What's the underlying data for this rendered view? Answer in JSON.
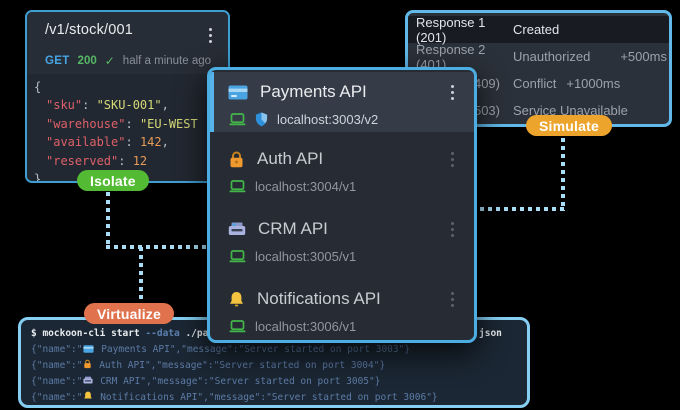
{
  "colors": {
    "accent_blue": "#4cade2",
    "border_light_blue": "#86cff3",
    "badge_green": "#53ba33",
    "badge_amber": "#eca42c",
    "badge_coral": "#e0734e",
    "method_get": "#46a5e5",
    "status_200": "#55b863",
    "json_key": "#dd6069",
    "json_string": "#d5d977",
    "json_number": "#e89a57",
    "terminal_log": "#5d7ba6"
  },
  "stock_panel": {
    "route": "/v1/stock/001",
    "method": "GET",
    "status_code": "200",
    "check": "✓",
    "time_ago": "half a minute ago",
    "code": {
      "open": "{",
      "close": "}",
      "lines": [
        {
          "key": "\"sku\"",
          "colon": ": ",
          "value": "\"SKU-001\"",
          "comma": ","
        },
        {
          "key": "\"warehouse\"",
          "colon": ": ",
          "value": "\"EU-WEST",
          "comma": ""
        },
        {
          "key": "\"available\"",
          "colon": ": ",
          "value": "142",
          "comma": ","
        },
        {
          "key": "\"reserved\"",
          "colon": ": ",
          "value": "12",
          "comma": ""
        }
      ]
    }
  },
  "responses_panel": {
    "rows": [
      {
        "label": "Response 1 (201)",
        "status": "Created",
        "delay": ""
      },
      {
        "label": "Response 2 (401)",
        "status": "Unauthorized",
        "delay": "+500ms"
      },
      {
        "label": "(409)",
        "status": "Conflict",
        "delay": "+1000ms"
      },
      {
        "label": "(503)",
        "status": "Service Unavailable",
        "delay": ""
      }
    ]
  },
  "api_panel": {
    "items": [
      {
        "name": "Payments API",
        "host": "localhost:3003/v2"
      },
      {
        "name": "Auth API",
        "host": "localhost:3004/v1"
      },
      {
        "name": "CRM API",
        "host": "localhost:3005/v1"
      },
      {
        "name": "Notifications API",
        "host": "localhost:3006/v1"
      }
    ]
  },
  "terminal": {
    "prompt": "$ ",
    "command": "mockoon-cli start ",
    "flag": "--data",
    "arg": " ./paym",
    "tail": "json",
    "logs": [
      {
        "pre": "{\"name\":\"",
        "post": " Payments API\",\"message\":\"Server started on port 3003\"}"
      },
      {
        "pre": "{\"name\":\"",
        "post": " Auth API\",\"message\":\"Server started on port 3004\"}"
      },
      {
        "pre": "{\"name\":\"",
        "post": " CRM API\",\"message\":\"Server started on port 3005\"}"
      },
      {
        "pre": "{\"name\":\"",
        "post": " Notifications API\",\"message\":\"Server started on port 3006\"}"
      }
    ]
  },
  "badges": {
    "isolate": "Isolate",
    "simulate": "Simulate",
    "virtualize": "Virtualize"
  }
}
